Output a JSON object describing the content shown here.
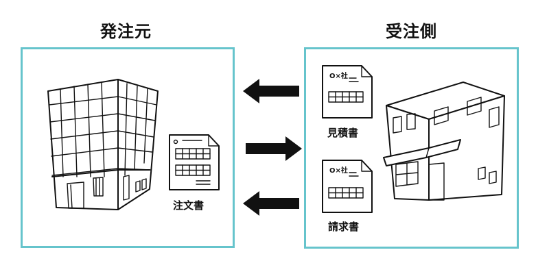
{
  "orderer": {
    "title": "発注元",
    "document_label": "注文書"
  },
  "contractor": {
    "title": "受注側",
    "documents": [
      {
        "label": "見積書",
        "header_text": "O×社"
      },
      {
        "label": "請求書",
        "header_text": "O×社"
      }
    ]
  },
  "colors": {
    "panel_border": "#66c4cc",
    "ink": "#111111"
  },
  "icons": [
    "office-building-icon",
    "house-icon",
    "document-icon",
    "arrow-left-icon",
    "arrow-right-icon"
  ]
}
